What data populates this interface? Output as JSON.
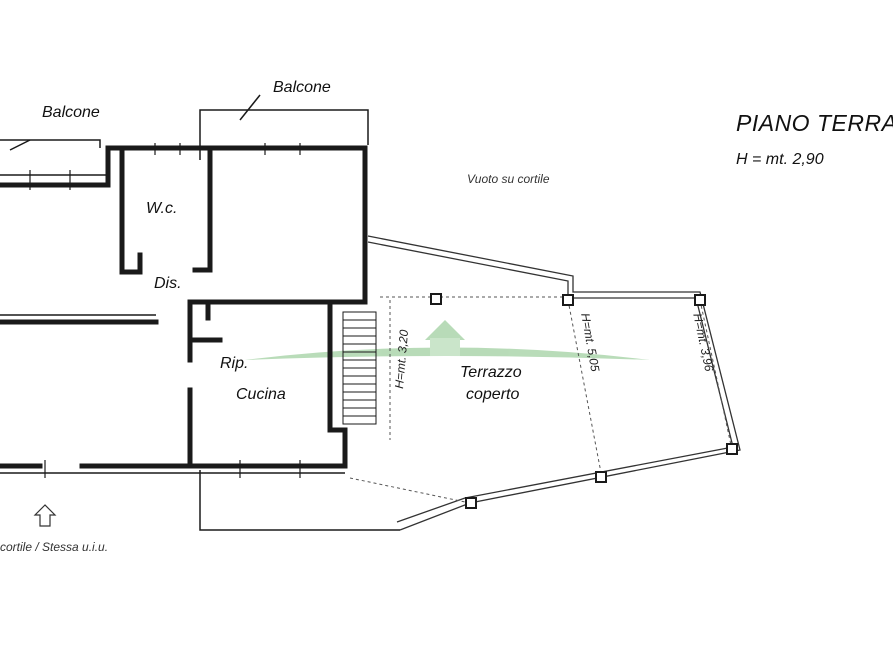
{
  "plan": {
    "title": "PIANO TERRA",
    "height_note": "H = mt. 2,90",
    "labels": {
      "balcone_left": "Balcone",
      "balcone_top": "Balcone",
      "vuoto": "Vuoto su cortile",
      "wc": "W.c.",
      "dis": "Dis.",
      "rip": "Rip.",
      "cucina": "Cucina",
      "terrazzo_line1": "Terrazzo",
      "terrazzo_line2": "coperto",
      "h320": "H=mt. 3,20",
      "h505": "H=mt. 5,05",
      "h396": "H=mt. 3,96",
      "bottom_note": "cortile / Stessa u.i.u."
    }
  }
}
